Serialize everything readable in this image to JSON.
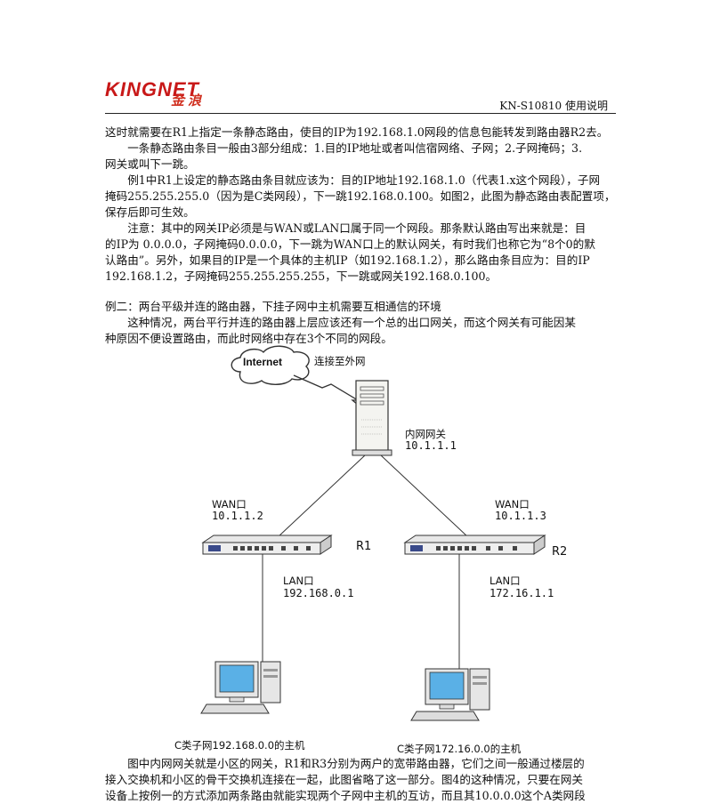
{
  "header": {
    "logo_en": "KINGNET",
    "logo_cn": "金浪",
    "doc_title": "KN-S10810 使用说明"
  },
  "paragraphs": [
    "这时就需要在R1上指定一条静态路由，使目的IP为192.168.1.0网段的信息包能转发到路由器R2去。",
    "　　一条静态路由条目一般由3部分组成：1.目的IP地址或者叫信宿网络、子网；2.子网掩码；3.",
    "网关或叫下一跳。",
    "　　例1中R1上设定的静态路由条目就应该为：目的IP地址192.168.1.0（代表1.x这个网段），子网",
    "掩码255.255.255.0（因为是C类网段），下一跳192.168.0.100。如图2，此图为静态路由表配置项，",
    "保存后即可生效。",
    "　　注意：其中的网关IP必须是与WAN或LAN口属于同一个网段。那条默认路由写出来就是：目",
    "的IP为 0.0.0.0，子网掩码0.0.0.0，下一跳为WAN口上的默认网关，有时我们也称它为“8个0的默",
    "认路由”。另外，如果目的IP是一个具体的主机IP（如192.168.1.2），那么路由条目应为：目的IP",
    "192.168.1.2，子网掩码255.255.255.255，下一跳或网关192.168.0.100。"
  ],
  "example2": {
    "title": "例二：两台平级并连的路由器，下挂子网中主机需要互相通信的环境",
    "lines": [
      "　　这种情况，两台平行并连的路由器上层应该还有一个总的出口网关，而这个网关有可能因某",
      "种原因不便设置路由，而此时网络中存在3个不同的网段。"
    ]
  },
  "diagram": {
    "cloud_label": "Internet",
    "external_link": "连接至外网",
    "gateway_name": "内网网关",
    "gateway_ip": "10.1.1.1",
    "r1_wan_label": "WAN口",
    "r1_wan_ip": "10.1.1.2",
    "r1_name": "R1",
    "r1_lan_label": "LAN口",
    "r1_lan_ip": "192.168.0.1",
    "r2_wan_label": "WAN口",
    "r2_wan_ip": "10.1.1.3",
    "r2_name": "R2",
    "r2_lan_label": "LAN口",
    "r2_lan_ip": "172.16.1.1",
    "host1_caption": "C类子网192.168.0.0的主机",
    "host2_caption": "C类子网172.16.0.0的主机"
  },
  "footer_paragraph": [
    "　　图中内网网关就是小区的网关，R1和R3分别为两户的宽带路由器，它们之间一般通过楼层的",
    "接入交换机和小区的骨干交换机连接在一起，此图省略了这一部分。图4的这种情况，只要在网关",
    "设备上按例一的方式添加两条路由就能实现两个子网中主机的互访，而且其10.0.0.0这个A类网段"
  ]
}
